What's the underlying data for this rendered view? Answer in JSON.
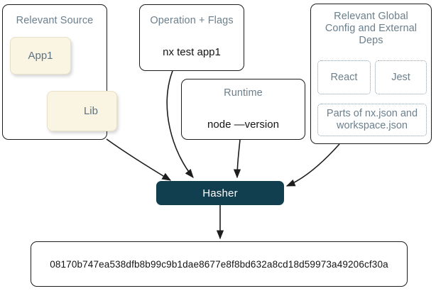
{
  "diagram": {
    "title_colors": {
      "panel_title": "#6b7f8c",
      "node_fill": "#faf4e3",
      "node_text": "#5d7282",
      "hasher_fill": "#123f4f",
      "hasher_text": "#ffffff",
      "edge": "#1d1d1d",
      "dep_border": "#8a9aa6"
    },
    "panels": [
      {
        "id": "relevant-source",
        "title": "Relevant Source"
      },
      {
        "id": "operation-flags",
        "title": "Operation + Flags"
      },
      {
        "id": "runtime",
        "title": "Runtime"
      },
      {
        "id": "global-config",
        "title": "Relevant Global Config and External Deps"
      }
    ],
    "source_nodes": [
      {
        "id": "app1",
        "label": "App1"
      },
      {
        "id": "lib",
        "label": "Lib"
      }
    ],
    "commands": {
      "operation": "nx test app1",
      "runtime": "node —version"
    },
    "dependencies": [
      {
        "id": "react",
        "label": "React"
      },
      {
        "id": "jest",
        "label": "Jest"
      },
      {
        "id": "config-files",
        "label": "Parts of nx.json and workspace.json"
      }
    ],
    "hasher": {
      "label": "Hasher"
    },
    "output": {
      "hash": "08170b747ea538dfb8b99c9b1dae8677e8f8bd632a8cd18d59973a49206cf30a"
    }
  }
}
